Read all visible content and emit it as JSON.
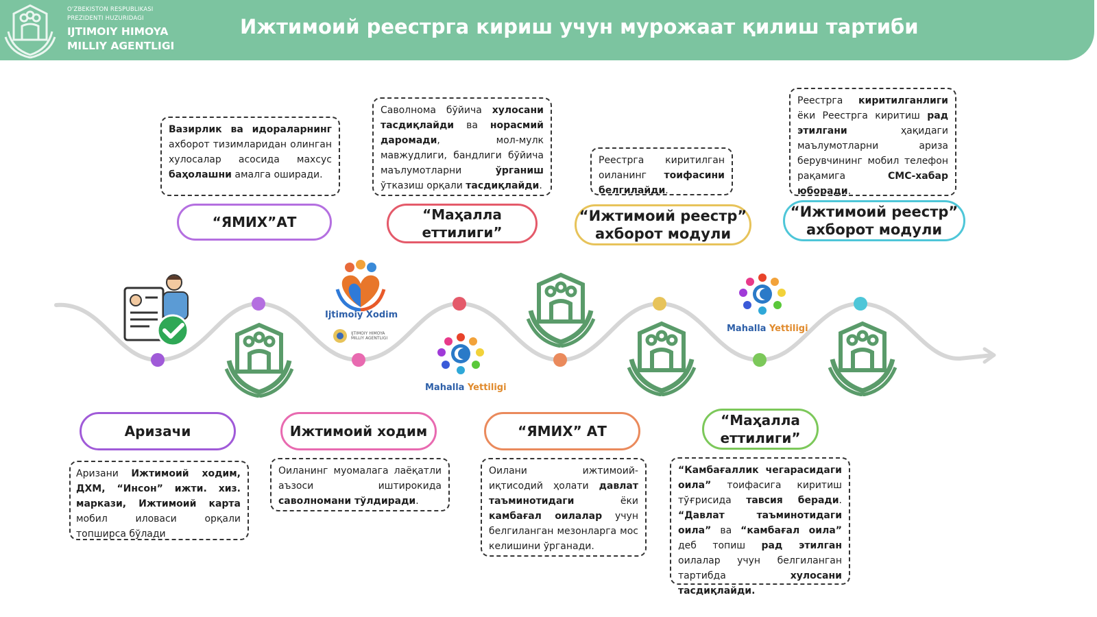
{
  "header": {
    "org_line1": "O'ZBEKISTON RESPUBLIKASI",
    "org_line2": "PREZIDENTI HUZURIDAGI",
    "org_name1": "IJTIMOIY HIMOYA",
    "org_name2": "MILLIY AGENTLIGI",
    "title": "Ижтимоий реестрга кириш учун мурожаат қилиш тартиби"
  },
  "colors": {
    "header_bg": "#7cc4a0",
    "emblem": "#5a9b6a",
    "purple": "#a05ad8",
    "violet": "#b46fe0",
    "pink": "#e86ab0",
    "red": "#e45a6a",
    "orange": "#ea8a5c",
    "yellow": "#e7c35a",
    "green": "#7cc85a",
    "cyan": "#4ec6d8"
  },
  "top_steps": [
    {
      "pill": "“ЯМИХ”АТ",
      "box": [
        [
          true,
          "Вазирлик ва идораларнинг"
        ],
        [
          false,
          " ахборот тизимларидан олинган хулосалар асосида махсус "
        ],
        [
          true,
          "баҳолашни"
        ],
        [
          false,
          " амалга оширади."
        ]
      ]
    },
    {
      "pill_line1": "“Маҳалла",
      "pill_line2": "еттилиги”",
      "box": [
        [
          false,
          "Саволнома бўйича "
        ],
        [
          true,
          "хулосани тасдиқлайди"
        ],
        [
          false,
          " ва "
        ],
        [
          true,
          "норасмий даромади"
        ],
        [
          false,
          ", мол-мулк мавжудлиги, бандлиги бўйича маълумотларни "
        ],
        [
          true,
          "ўрганиш"
        ],
        [
          false,
          " ўтказиш орқали "
        ],
        [
          true,
          "тасдиқлайди"
        ],
        [
          false,
          "."
        ]
      ]
    },
    {
      "pill_line1": "“Ижтимоий реестр”",
      "pill_line2": "ахборот модули",
      "box": [
        [
          false,
          "Реестрга киритилган оиланинг "
        ],
        [
          true,
          "тоифасини белгилайди"
        ],
        [
          false,
          "."
        ]
      ]
    },
    {
      "pill_line1": "“Ижтимоий реестр”",
      "pill_line2": "ахборот модули",
      "box": [
        [
          false,
          "Реестрга "
        ],
        [
          true,
          "киритилганлиги"
        ],
        [
          false,
          " ёки Реестрга киритиш "
        ],
        [
          true,
          "рад этилгани"
        ],
        [
          false,
          " ҳақидаги маълумотларни ариза берувчининг мобил телефон рақамига "
        ],
        [
          true,
          "СМС-хабар юборади"
        ],
        [
          false,
          "."
        ]
      ]
    }
  ],
  "bottom_steps": [
    {
      "pill": "Аризачи",
      "box": [
        [
          false,
          "Аризани "
        ],
        [
          true,
          "Ижтимоий ходим, ДХМ, “Инсон” ижти. хиз. маркази, Ижтимоий карта"
        ],
        [
          false,
          " мобил иловаси орқали топширса бўлади"
        ]
      ]
    },
    {
      "pill": "Ижтимоий ходим",
      "box": [
        [
          false,
          "Оиланинг муомалага лаёқатли аъзоси иштирокида "
        ],
        [
          true,
          "саволномани тўлдиради"
        ],
        [
          false,
          "."
        ]
      ]
    },
    {
      "pill": "“ЯМИХ” АТ",
      "box": [
        [
          false,
          "Оилани ижтимоий-иқтисодий ҳолати "
        ],
        [
          true,
          "давлат таъминотидаги"
        ],
        [
          false,
          " ёки "
        ],
        [
          true,
          "камбағал оилалар"
        ],
        [
          false,
          " учун белгиланган мезонларга мос келишини ўрганади."
        ]
      ]
    },
    {
      "pill_line1": "“Маҳалла",
      "pill_line2": "еттилиги”",
      "box": [
        [
          true,
          "“Камбағаллик чегарасидаги оила”"
        ],
        [
          false,
          " тоифасига киритиш тўғрисида "
        ],
        [
          true,
          "тавсия беради"
        ],
        [
          false,
          ". "
        ],
        [
          true,
          "“Давлат таъминотидаги оила”"
        ],
        [
          false,
          " ва "
        ],
        [
          true,
          "“камбағал оила”"
        ],
        [
          false,
          " деб топиш "
        ],
        [
          true,
          "рад этилган"
        ],
        [
          false,
          " оилалар учун белгиланган тартибда "
        ],
        [
          true,
          "хулосани тасдиқлайди."
        ]
      ]
    }
  ],
  "brands": {
    "ijtimoiy_xodim": "Ijtimoiy Xodim",
    "ijtimoiy_himoya_small": "IJTIMOIY HIMOYA MILLIY AGENTLIGI",
    "mahalla": "Mahalla",
    "yettiligi": "Yettiligi"
  },
  "icons": [
    "emblem-icon",
    "applicant-icon",
    "ijtimoiy-xodim-logo",
    "mahalla-yettiligi-logo",
    "arrow-icon"
  ]
}
